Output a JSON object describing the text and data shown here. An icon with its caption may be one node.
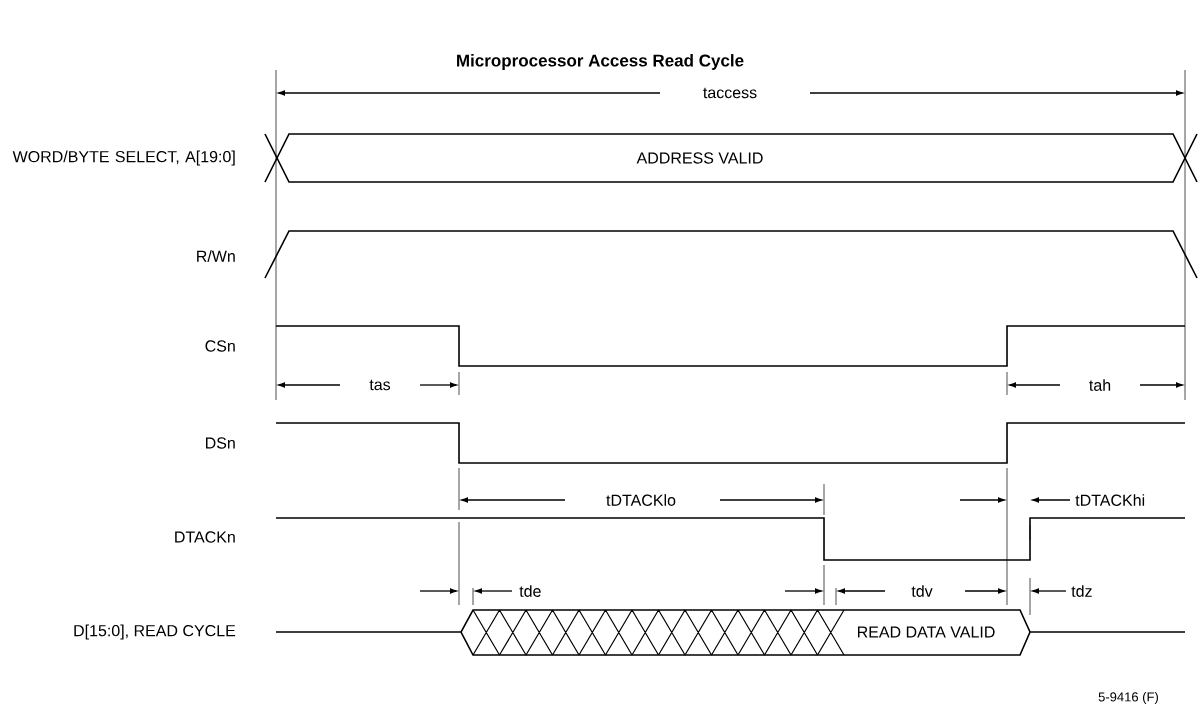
{
  "diagram": {
    "title": "Microprocessor Access Read Cycle",
    "labels": [
      "taccess",
      "WORD/BYTE SELECT, A[19:0]",
      "ADDRESS VALID",
      "R/Wn",
      "CSn",
      "tas",
      "tah",
      "DSn",
      "tDTACKlo",
      "tDTACKhi",
      "DTACKn",
      "tde",
      "tdv",
      "tdz",
      "D[15:0], READ CYCLE",
      "READ DATA VALID",
      "5-9416 (F)"
    ]
  }
}
